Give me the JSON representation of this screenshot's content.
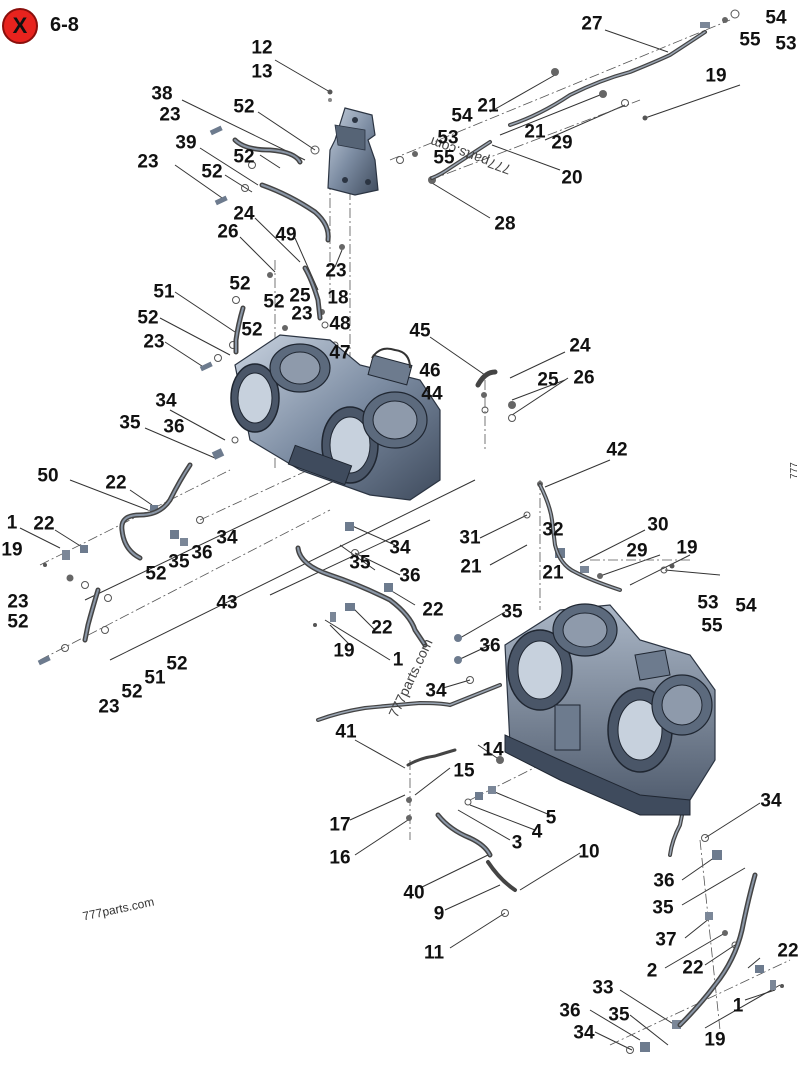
{
  "header": {
    "badge_glyph": "X",
    "badge_color": "#e8231e",
    "page_range": "6-8"
  },
  "watermark": {
    "text_bottom": "777parts.com",
    "text_center_a": "777parts.com",
    "text_center_b": "777parts.com",
    "text_edge": "777"
  },
  "callouts": [
    "12",
    "13",
    "27",
    "54",
    "55",
    "53",
    "19",
    "38",
    "23",
    "52",
    "54",
    "21",
    "53",
    "55",
    "39",
    "52",
    "21",
    "29",
    "23",
    "52",
    "20",
    "24",
    "28",
    "26",
    "49",
    "23",
    "52",
    "25",
    "18",
    "51",
    "52",
    "23",
    "52",
    "48",
    "52",
    "23",
    "47",
    "45",
    "24",
    "46",
    "25",
    "26",
    "44",
    "34",
    "35",
    "36",
    "50",
    "22",
    "1",
    "22",
    "19",
    "34",
    "52",
    "35",
    "36",
    "23",
    "52",
    "52",
    "51",
    "52",
    "23",
    "42",
    "31",
    "32",
    "21",
    "30",
    "21",
    "29",
    "19",
    "34",
    "35",
    "36",
    "43",
    "22",
    "22",
    "53",
    "54",
    "55",
    "35",
    "19",
    "36",
    "1",
    "34",
    "41",
    "14",
    "15",
    "17",
    "5",
    "16",
    "4",
    "3",
    "10",
    "40",
    "9",
    "11",
    "34",
    "36",
    "35",
    "37",
    "2",
    "22",
    "22",
    "33",
    "1",
    "36",
    "35",
    "34",
    "19"
  ]
}
